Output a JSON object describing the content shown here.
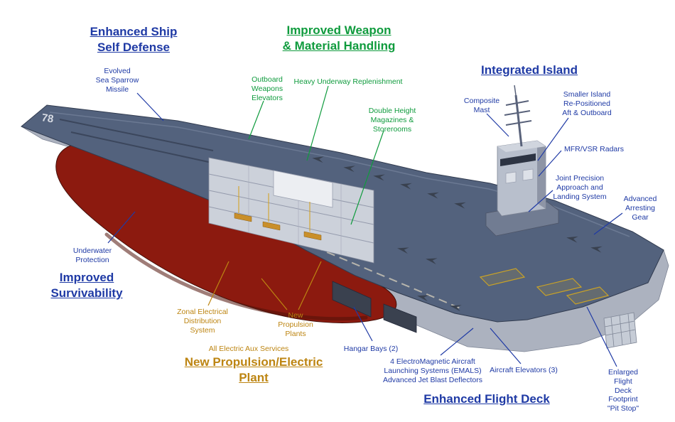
{
  "colors": {
    "label_blue": "#1f3aa5",
    "label_green": "#0f9b3d",
    "label_orange": "#bd8512",
    "hull_red": "#8c1a0f",
    "deck_gray": "#53627d"
  },
  "ship": {
    "hull_number": "78"
  },
  "headings": [
    {
      "id": "enhanced-ship-self-defense",
      "text": "Enhanced Ship\nSelf Defense",
      "color": "blue"
    },
    {
      "id": "improved-weapon-material-handling",
      "text": "Improved Weapon\n& Material Handling",
      "color": "green"
    },
    {
      "id": "integrated-island",
      "text": "Integrated Island",
      "color": "blue"
    },
    {
      "id": "improved-survivability",
      "text": "Improved\nSurvivability",
      "color": "blue"
    },
    {
      "id": "new-propulsion-electric-plant",
      "text": "New Propulsion/Electric\nPlant",
      "color": "orange"
    },
    {
      "id": "enhanced-flight-deck",
      "text": "Enhanced Flight Deck",
      "color": "blue"
    }
  ],
  "callouts": [
    {
      "id": "evolved-sea-sparrow-missile",
      "text": "Evolved\nSea Sparrow\nMissile",
      "color": "blue"
    },
    {
      "id": "outboard-weapons-elevators",
      "text": "Outboard\nWeapons\nElevators",
      "color": "green"
    },
    {
      "id": "heavy-underway-replenishment",
      "text": "Heavy Underway Replenishment",
      "color": "green"
    },
    {
      "id": "double-height-magazines-storerooms",
      "text": "Double Height\nMagazines &\nStorerooms",
      "color": "green"
    },
    {
      "id": "composite-mast",
      "text": "Composite\nMast",
      "color": "blue"
    },
    {
      "id": "smaller-island-repositioned",
      "text": "Smaller Island\nRe-Positioned\nAft & Outboard",
      "color": "blue"
    },
    {
      "id": "mfr-vsr-radars",
      "text": "MFR/VSR Radars",
      "color": "blue"
    },
    {
      "id": "joint-precision-approach-landing",
      "text": "Joint Precision\nApproach and\nLanding System",
      "color": "blue"
    },
    {
      "id": "advanced-arresting-gear",
      "text": "Advanced\nArresting\nGear",
      "color": "blue"
    },
    {
      "id": "underwater-protection",
      "text": "Underwater\nProtection",
      "color": "blue"
    },
    {
      "id": "zonal-electrical-distribution",
      "text": "Zonal Electrical\nDistribution\nSystem",
      "color": "orange"
    },
    {
      "id": "new-propulsion-plants",
      "text": "New\nPropulsion\nPlants",
      "color": "orange"
    },
    {
      "id": "all-electric-aux-services",
      "text": "All Electric Aux Services",
      "color": "orange"
    },
    {
      "id": "hangar-bays",
      "text": "Hangar Bays (2)",
      "color": "blue"
    },
    {
      "id": "emals-jet-blast-deflectors",
      "text": "4 ElectroMagnetic Aircraft\nLaunching Systems (EMALS)\nAdvanced Jet Blast Deflectors",
      "color": "blue"
    },
    {
      "id": "aircraft-elevators",
      "text": "Aircraft Elevators (3)",
      "color": "blue"
    },
    {
      "id": "enlarged-flight-deck-footprint",
      "text": "Enlarged\nFlight\nDeck\nFootprint\n\"Pit Stop\"",
      "color": "blue"
    }
  ]
}
